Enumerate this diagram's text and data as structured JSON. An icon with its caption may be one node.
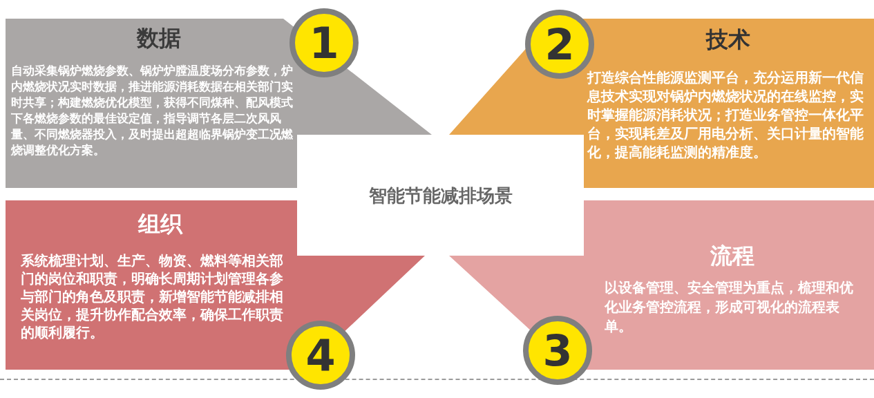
{
  "diagram": {
    "nodes": [
      {
        "text": [
          "数据",
          "自动采集锅炉燃烧参数、锅炉炉膛温度场分布参数，炉内燃烧状况实时数据，推进能源消耗数据在相关部门实时共享；构建燃烧优化模型，获得不同煤种、配风模式下各燃烧参数的最佳设定值，指导调节各层二次风风量、不同燃烧器投入，及时提出超超临界锅炉变工况燃烧调整优化方案。"
        ]
      },
      {
        "text": [
          "1"
        ]
      },
      {
        "text": [
          "2"
        ]
      },
      {
        "text": [
          "技术",
          "打造综合性能源监测平台，充分运用新一代信息技术实现对锅炉内燃烧状况的在线监控，实时掌握能源消耗状况；打造业务管控一体化平台，实现耗差及厂用电分析、关口计量的智能化，提高能耗监测的精准度。"
        ]
      },
      {
        "text": [
          "智能节能减排场景"
        ]
      },
      {
        "text": [
          "组织",
          "系统梳理计划、生产、物资、燃料等相关部门的岗位和职责，明确长周期计划管理各参与部门的角色及职责，新增智能节能减排相关岗位，提升协作配合效率，确保工作职责的顺利履行。"
        ]
      },
      {
        "text": [
          "4"
        ]
      },
      {
        "text": [
          "3"
        ]
      },
      {
        "text": [
          "流程",
          "以设备管理、安全管理为重点，梳理和优化业务管控流程，形成可视化的流程表单。"
        ]
      }
    ]
  }
}
